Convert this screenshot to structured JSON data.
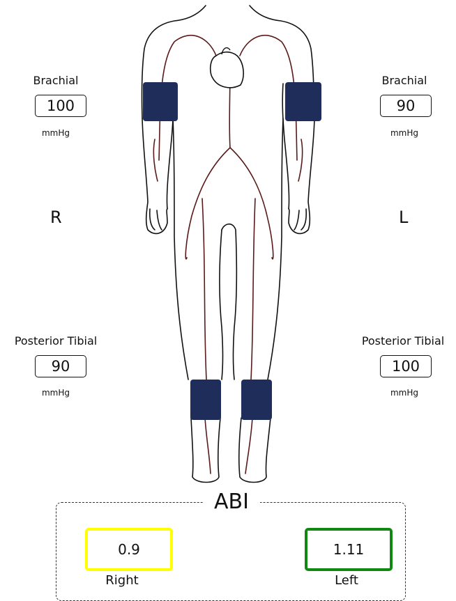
{
  "right_side": {
    "marker": "R",
    "brachial": {
      "label": "Brachial",
      "value": "100",
      "unit": "mmHg"
    },
    "posterior_tibial": {
      "label": "Posterior Tibial",
      "value": "90",
      "unit": "mmHg"
    }
  },
  "left_side": {
    "marker": "L",
    "brachial": {
      "label": "Brachial",
      "value": "90",
      "unit": "mmHg"
    },
    "posterior_tibial": {
      "label": "Posterior Tibial",
      "value": "100",
      "unit": "mmHg"
    }
  },
  "abi": {
    "title": "ABI",
    "right": {
      "value": "0.9",
      "label": "Right",
      "border_color": "#ffff00"
    },
    "left": {
      "value": "1.11",
      "label": "Left",
      "border_color": "#118811"
    }
  },
  "colors": {
    "cuff": "#1f2d5a",
    "artery": "#5a1a1a",
    "outline": "#111111"
  }
}
